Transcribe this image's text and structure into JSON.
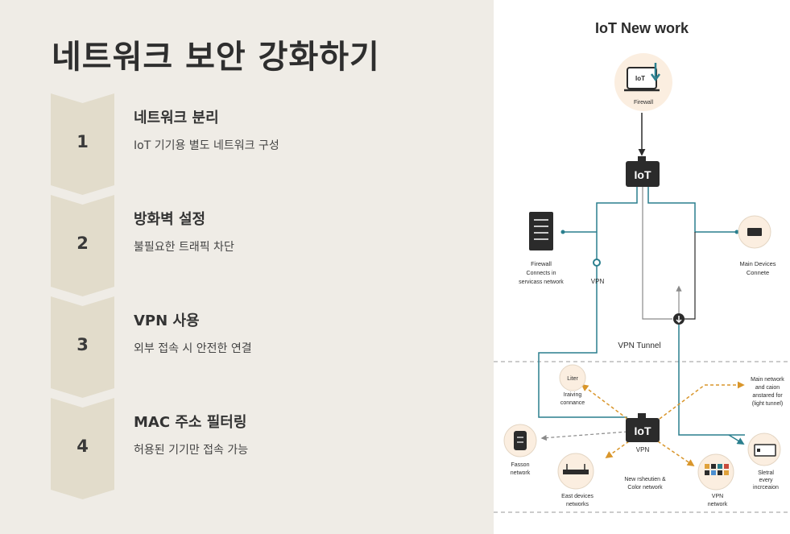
{
  "title": "네트워크 보안 강화하기",
  "steps": [
    {
      "number": "1",
      "title": "네트워크 분리",
      "description": "IoT 기기용 별도 네트워크 구성"
    },
    {
      "number": "2",
      "title": "방화벽 설정",
      "description": "불필요한 트래픽 차단"
    },
    {
      "number": "3",
      "title": "VPN 사용",
      "description": "외부 접속 시 안전한 연결"
    },
    {
      "number": "4",
      "title": "MAC 주소 필터링",
      "description": "허용된 기기만 접속 가능"
    }
  ],
  "diagram": {
    "title": "IoT New work",
    "firewall_icon_text": "IoT",
    "firewall_label": "Firewall",
    "hub_top_label": "IoT",
    "hub_bottom_label": "IoT",
    "hub_bottom_sub": "VPN",
    "server_label_1": "Firewall",
    "server_label_2": "Connects in",
    "server_label_3": "servicass network",
    "vpn_label": "VPN",
    "main_devices_1": "Main Devices",
    "main_devices_2": "Connete",
    "vpn_tunnel_label": "VPN Tunnel",
    "liter_icon_text": "Liter",
    "liter_label_1": "Iraiving",
    "liter_label_2": "connance",
    "main_network_1": "Main network",
    "main_network_2": "and caion",
    "main_network_3": "anstared for",
    "main_network_4": "(light tunnel)",
    "fasson_1": "Fasson",
    "fasson_2": "network",
    "east_1": "East devices",
    "east_2": "networks",
    "new_1": "New rsheutien &",
    "new_2": "Color network",
    "vpn_net_1": "VPN",
    "vpn_net_2": "network",
    "sletral_1": "Sletral",
    "sletral_2": "every",
    "sletral_3": "incrceaion",
    "colors": {
      "teal": "#2a7f8e",
      "orange": "#d9962b",
      "gray": "#6f6f6f",
      "dark": "#2b2b2b",
      "peach": "#fbeee0"
    }
  }
}
